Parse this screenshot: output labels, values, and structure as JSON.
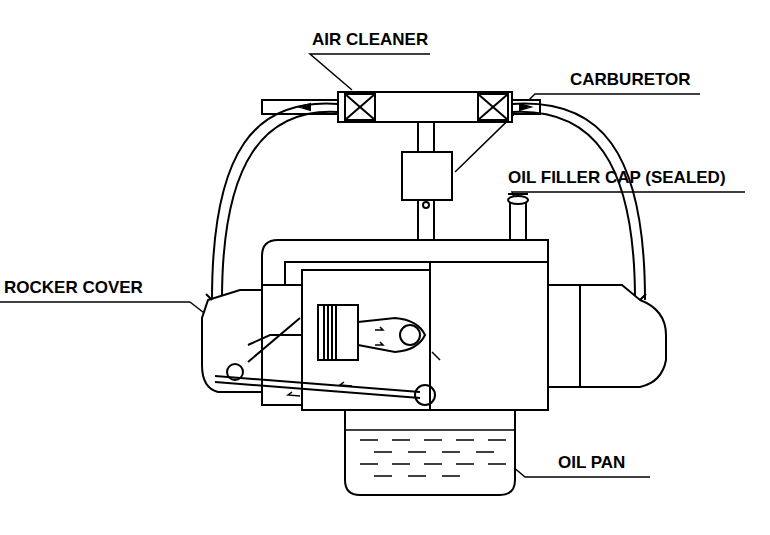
{
  "diagram": {
    "labels": [
      "AIR CLEANER",
      "CARBURETOR",
      "OIL FILLER CAP (SEALED)",
      "ROCKER COVER",
      "OIL PAN"
    ]
  }
}
